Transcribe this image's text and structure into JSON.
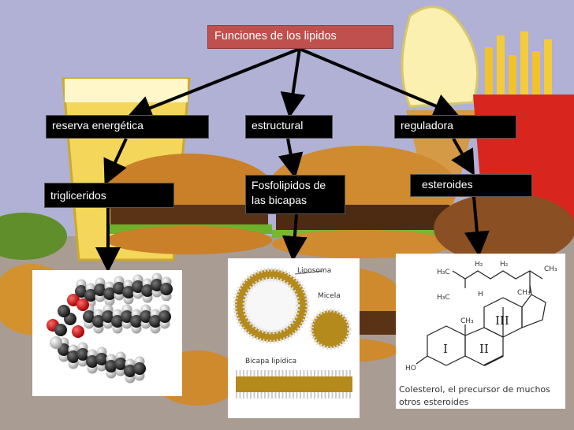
{
  "title": "Funciones de los lipidos",
  "categories": [
    {
      "label": "reserva energética"
    },
    {
      "label": "estructural"
    },
    {
      "label": "reguladora"
    }
  ],
  "examples": [
    {
      "label": "trigliceridos"
    },
    {
      "label": "Fosfolipidos de las bicapas"
    },
    {
      "label": "esteroides"
    }
  ],
  "figures": {
    "liposome": {
      "liposoma": "Liposoma",
      "micela": "Micela",
      "bicapa": "Bicapa lipídica"
    },
    "steroid": {
      "caption": "Colesterol, el precursor de muchos otros esteroides",
      "ring_i": "I",
      "ring_ii": "II",
      "ring_iii": "III",
      "atoms": {
        "h3c": "H₃C",
        "ch3": "CH₃",
        "ho": "HO",
        "h": "H",
        "h2": "H₂"
      }
    }
  },
  "colors": {
    "background": "#b0b1d4",
    "title_box": "#c0504d",
    "label_box": "#000000",
    "arrow": "#000000",
    "lipid": "#b58a1c"
  }
}
